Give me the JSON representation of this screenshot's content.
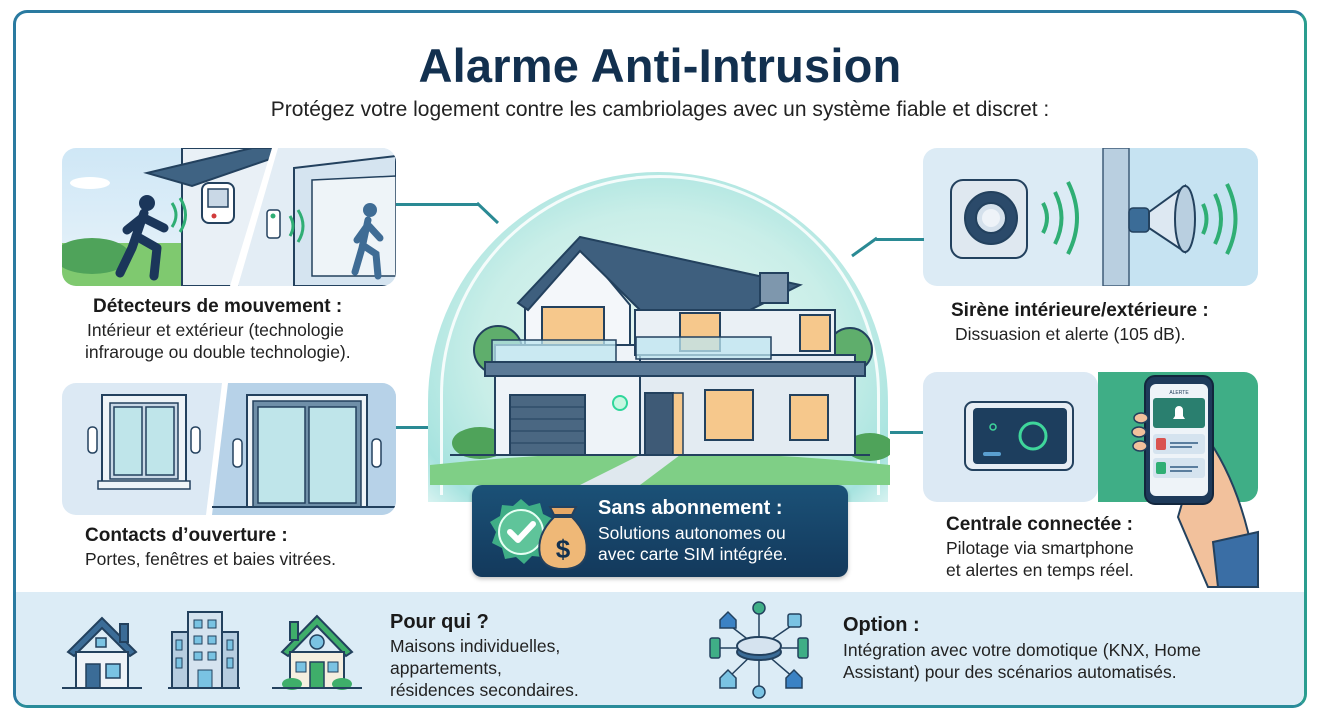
{
  "header": {
    "title": "Alarme Anti-Intrusion",
    "subtitle": "Protégez votre logement contre les cambriolages avec un système fiable et discret :"
  },
  "features": {
    "motion_detectors": {
      "title": "Détecteurs de mouvement :",
      "desc_line1": "Intérieur et extérieur (technologie",
      "desc_line2": "infrarouge ou double technologie)."
    },
    "opening_contacts": {
      "title": "Contacts d’ouverture :",
      "desc_line1": "Portes, fenêtres et baies vitrées."
    },
    "siren": {
      "title": "Sirène intérieure/extérieure :",
      "desc_line1": "Dissuasion et alerte (105 dB)."
    },
    "connected_hub": {
      "title": "Centrale connectée :",
      "desc_line1": "Pilotage via smartphone",
      "desc_line2": "et alertes en temps réel.",
      "phone_header": "ALERTE"
    }
  },
  "banner": {
    "title": "Sans abonnement :",
    "desc_line1": "Solutions autonomes ou",
    "desc_line2": "avec carte SIM intégrée.",
    "currency_symbol": "$"
  },
  "footer": {
    "for_whom": {
      "title": "Pour qui ?",
      "line1": "Maisons individuelles,",
      "line2": "appartements,",
      "line3": "résidences secondaires."
    },
    "option": {
      "title": "Option :",
      "line1": "Intégration avec votre domotique (KNX, Home",
      "line2": "Assistant) pour des scénarios automatisés."
    }
  },
  "colors": {
    "title_navy": "#12304f",
    "accent_teal": "#2a9d8f",
    "signal_green": "#2fae74",
    "banner_navy": "#13395c",
    "band_bg": "#dcecf6"
  }
}
